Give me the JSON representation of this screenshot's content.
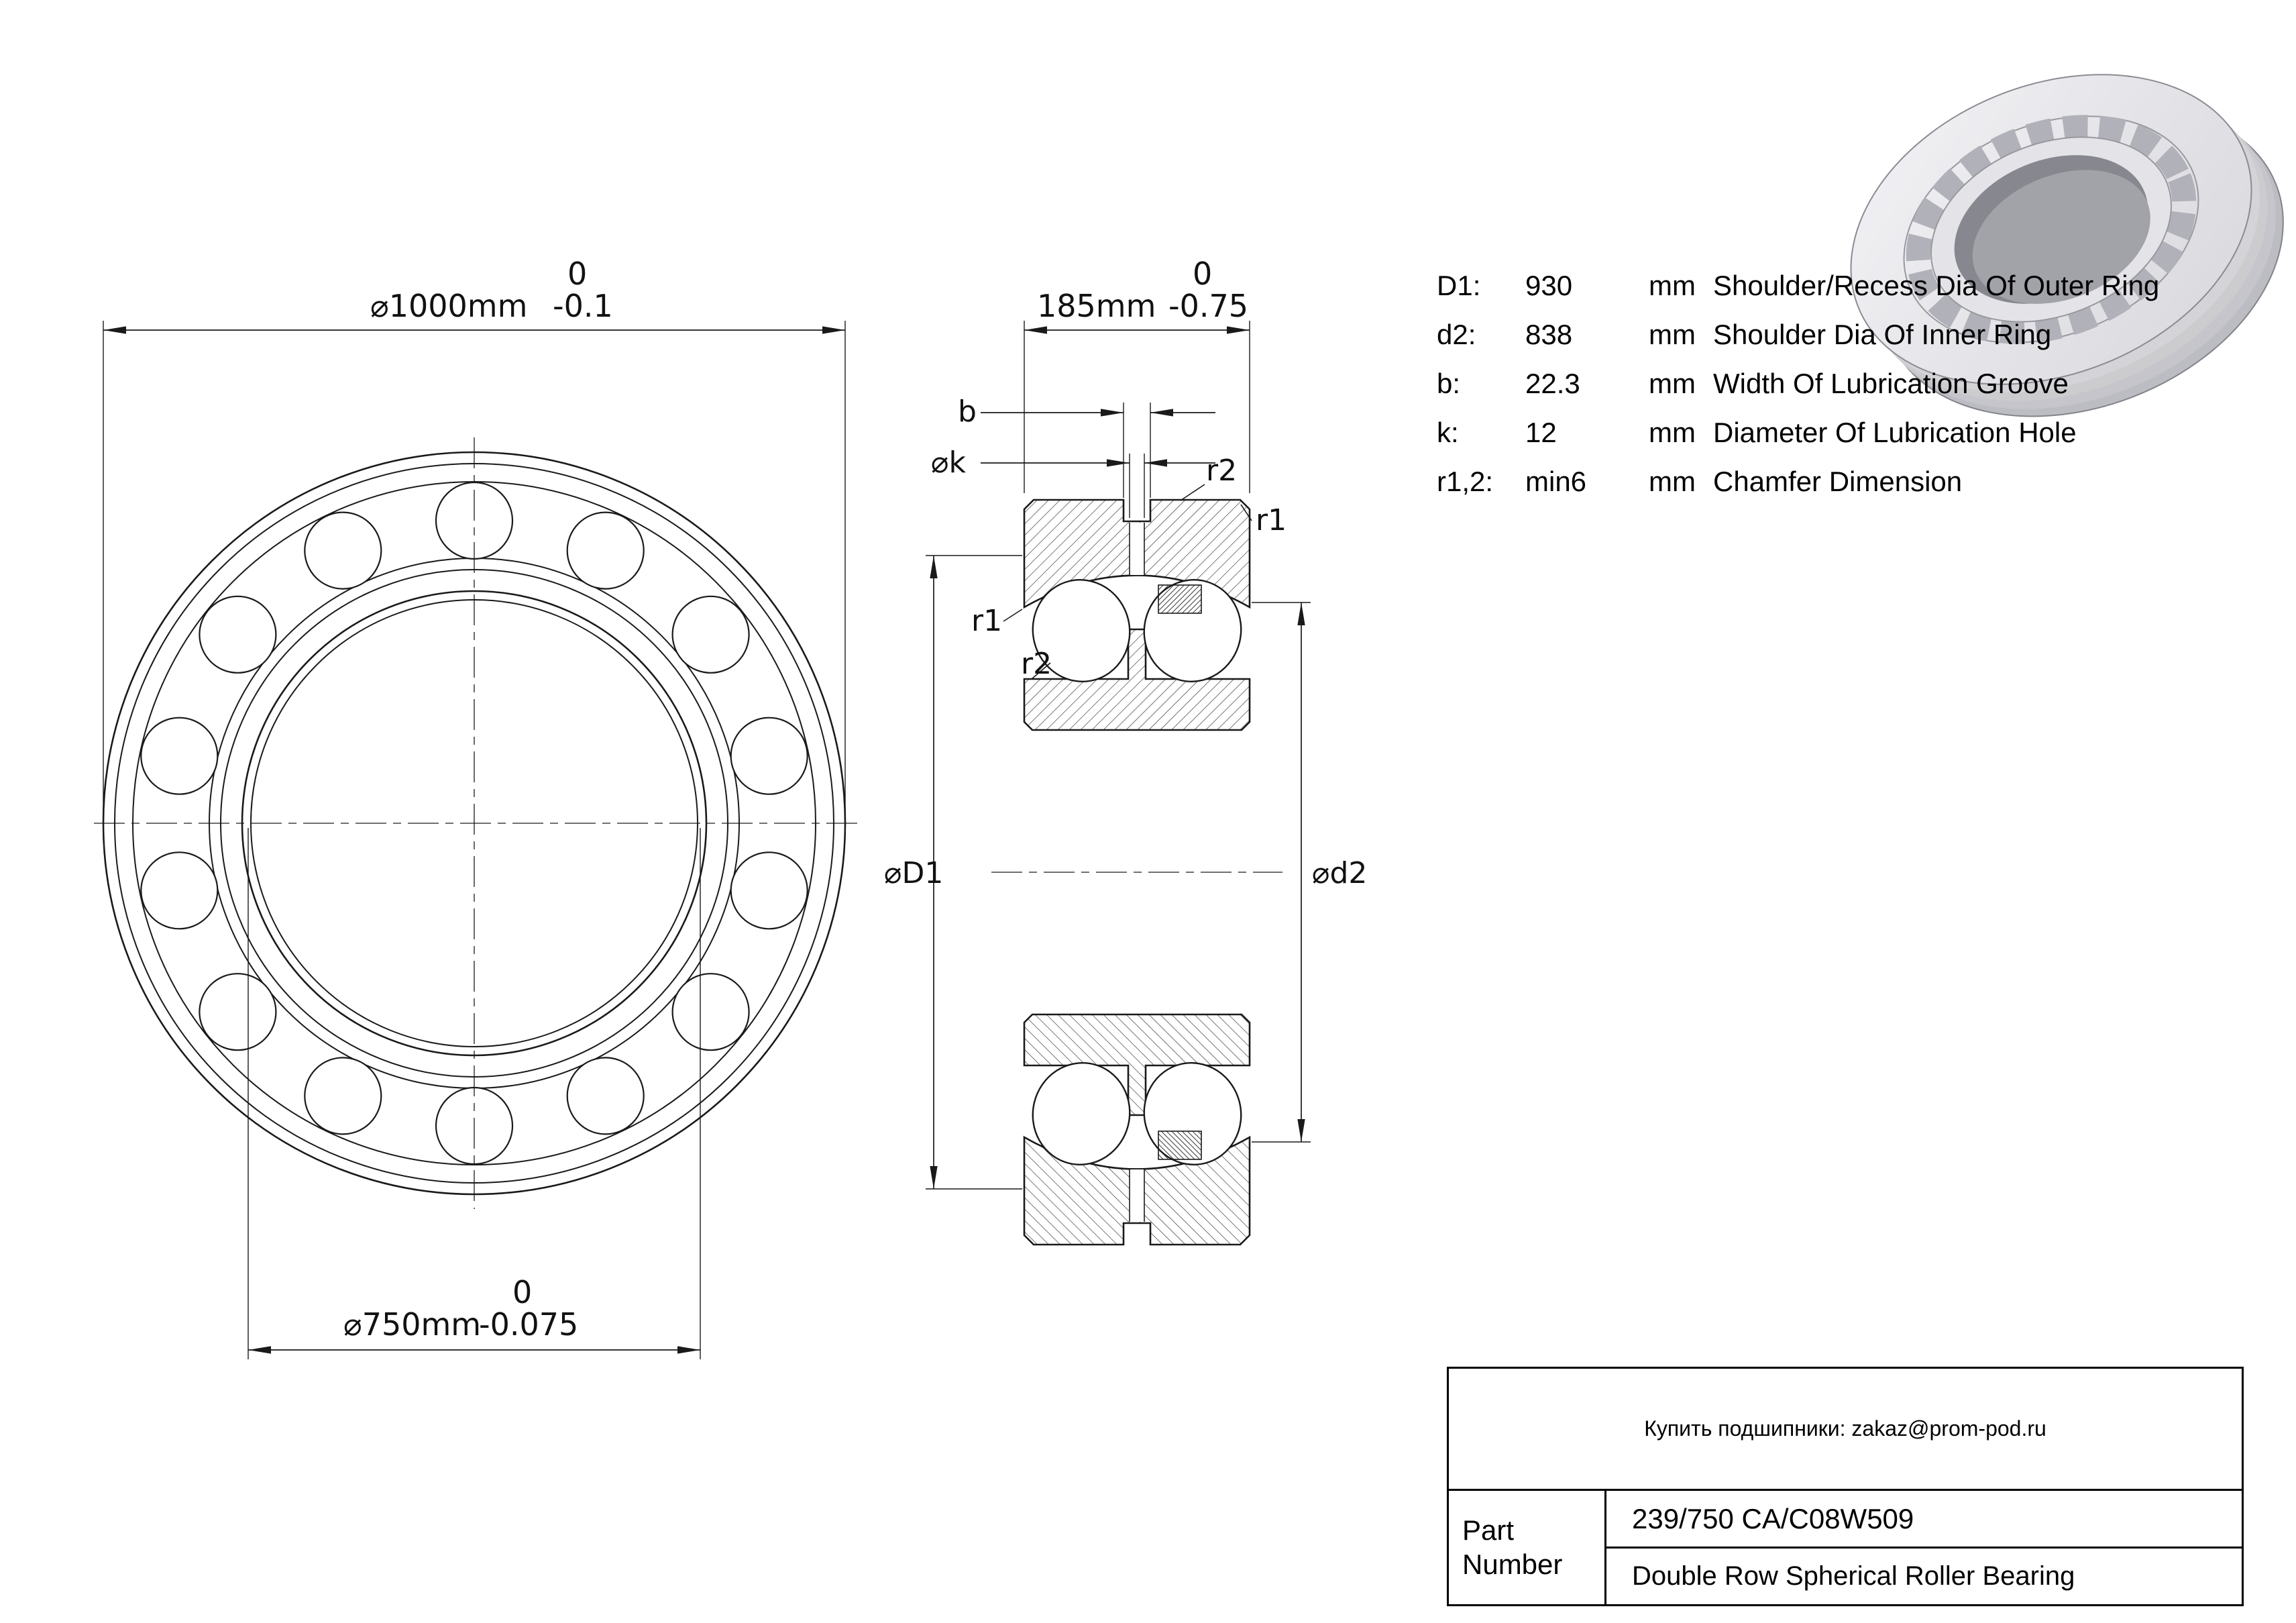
{
  "front_view": {
    "od_dim": {
      "value": "⌀1000mm",
      "tol_upper": "0",
      "tol_lower": "-0.1"
    },
    "bore_dim": {
      "value": "⌀750mm",
      "tol_upper": "0",
      "tol_lower": "-0.075"
    }
  },
  "section_view": {
    "width_dim": {
      "value": "185mm",
      "tol_upper": "0",
      "tol_lower": "-0.75"
    },
    "groove_width_label": "b",
    "hole_dia_label": "⌀k",
    "chamfer1_label": "r1",
    "chamfer2_label": "r2",
    "outer_shoulder_label": "⌀D1",
    "inner_shoulder_label": "⌀d2"
  },
  "specs": [
    {
      "symbol": "D1:",
      "value": "930",
      "unit": "mm",
      "desc": "Shoulder/Recess Dia Of Outer Ring"
    },
    {
      "symbol": "d2:",
      "value": "838",
      "unit": "mm",
      "desc": "Shoulder Dia Of Inner Ring"
    },
    {
      "symbol": "b:",
      "value": "22.3",
      "unit": "mm",
      "desc": "Width Of Lubrication Groove"
    },
    {
      "symbol": "k:",
      "value": "12",
      "unit": "mm",
      "desc": "Diameter Of Lubrication Hole"
    },
    {
      "symbol": "r1,2:",
      "value": "min6",
      "unit": "mm",
      "desc": "Chamfer Dimension"
    }
  ],
  "title_block": {
    "contact": "Купить подшипники: zakaz@prom-pod.ru",
    "part_label": "Part Number",
    "part_number": "239/750 CA/C08W509",
    "part_description": "Double Row Spherical Roller Bearing"
  },
  "colors": {
    "line": "#1a1a1a",
    "metal_light": "#ececef",
    "metal_mid": "#cfcfd4",
    "metal_dark": "#87878f"
  }
}
